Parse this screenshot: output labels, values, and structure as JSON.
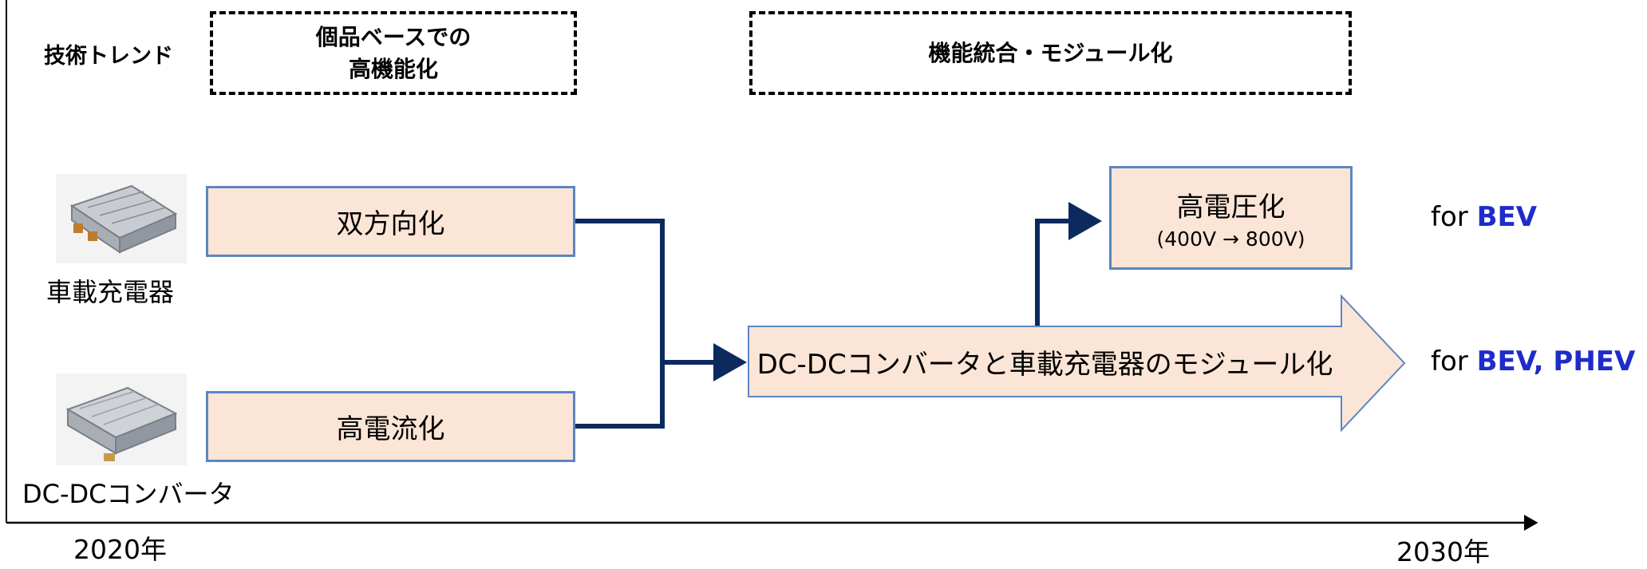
{
  "trend": {
    "label": "技術トレンド",
    "phase1_line1": "個品ベースでの",
    "phase1_line2": "高機能化",
    "phase2": "機能統合・モジュール化"
  },
  "devices": {
    "charger_label": "車載充電器",
    "dcdc_label": "DC-DCコンバータ"
  },
  "boxes": {
    "bidirectional": "双方向化",
    "high_current": "高電流化",
    "high_voltage": "高電圧化",
    "high_voltage_sub": "(400V → 800V)",
    "module": "DC-DCコンバータと車載充電器のモジュール化"
  },
  "targets": {
    "for1_prefix": "for ",
    "for1_value": "BEV",
    "for2_prefix": "for ",
    "for2_value1": "BEV",
    "for2_sep": ", ",
    "for2_value2": "PHEV"
  },
  "timeline": {
    "start": "2020年",
    "end": "2030年"
  },
  "colors": {
    "box_fill": "#fbe5d6",
    "box_border": "#5b86c2",
    "connector": "#0d2a5e",
    "highlight": "#1f2cc9"
  }
}
